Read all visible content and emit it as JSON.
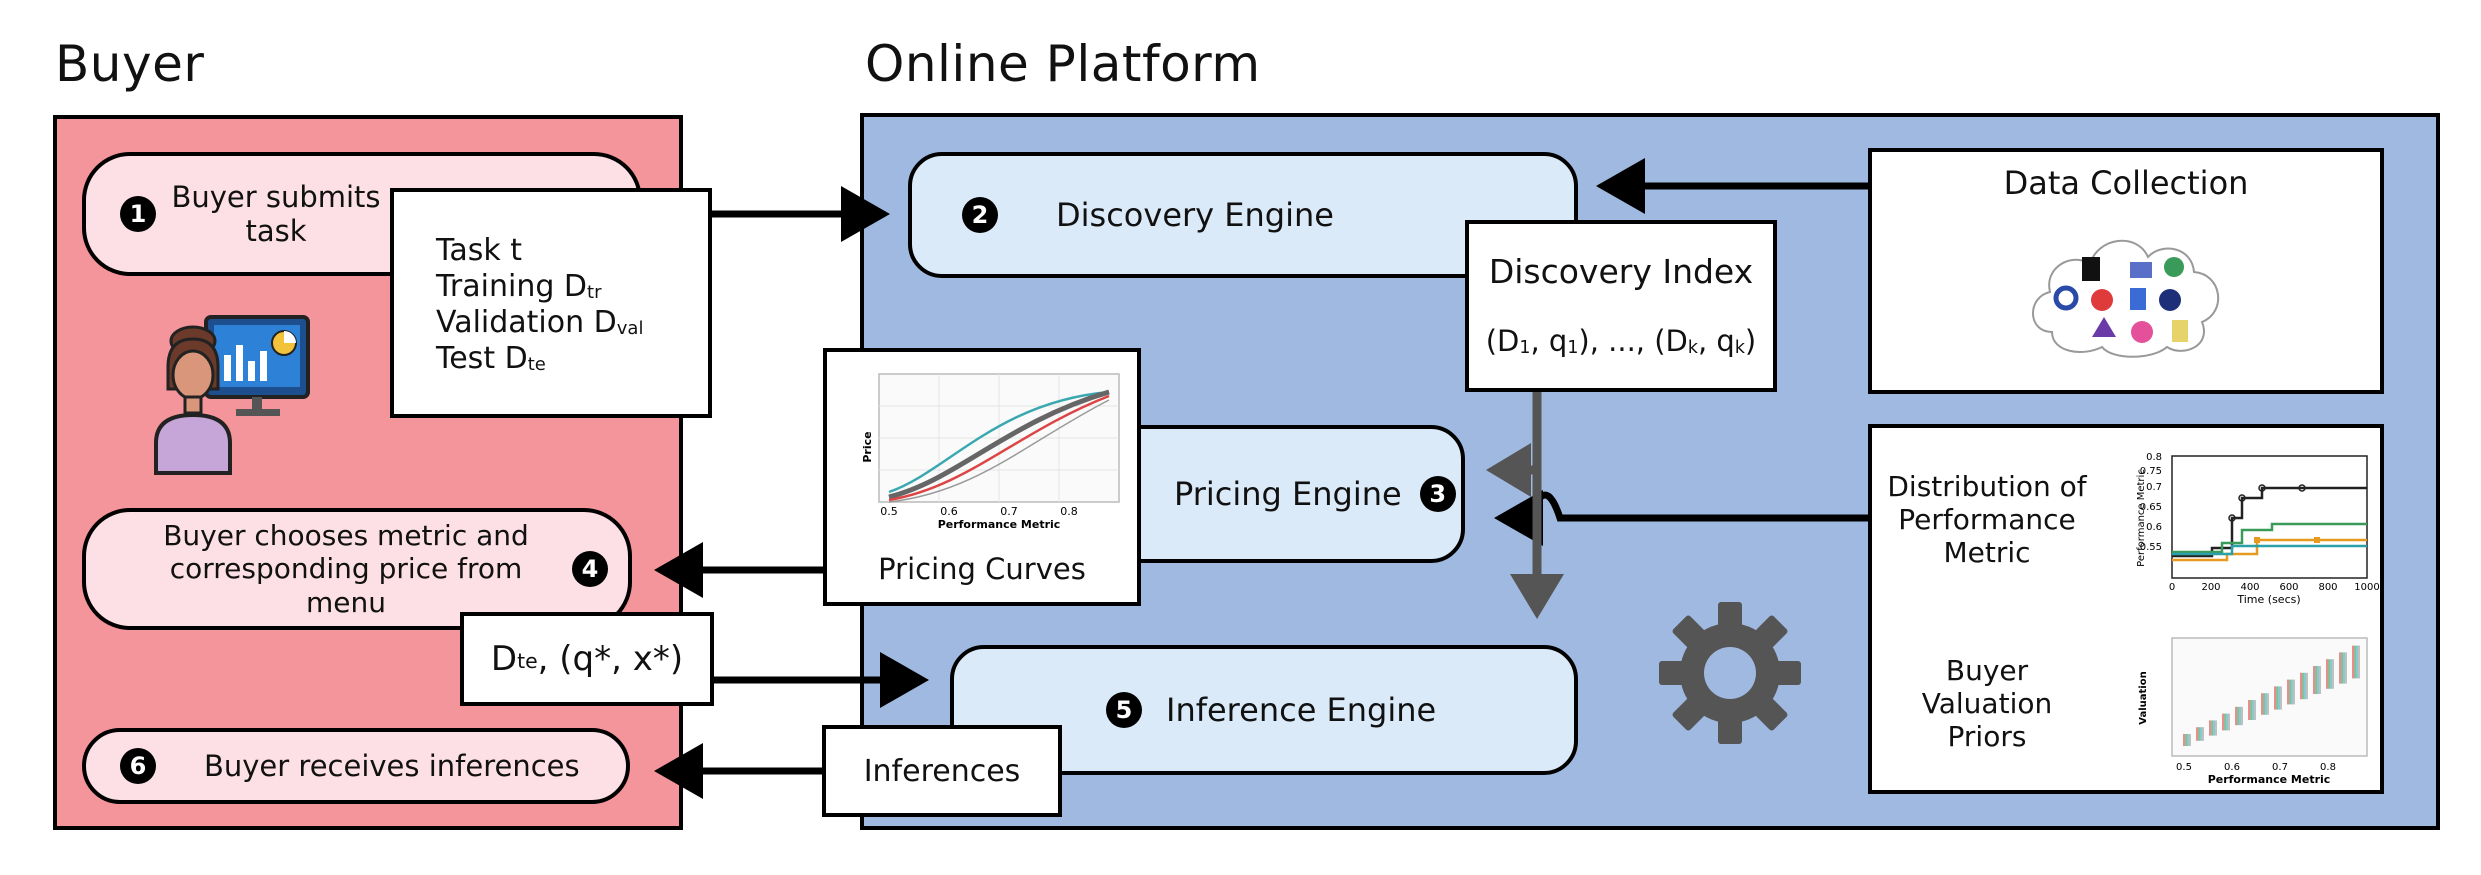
{
  "titles": {
    "buyer": "Buyer",
    "platform": "Online Platform"
  },
  "colors": {
    "buyer_panel": "#f4959c",
    "platform_panel": "#a0b9e0",
    "pill_fill": "#fce0e5",
    "engine_fill": "#dbeaf8",
    "arrow_gray": "#555555"
  },
  "steps": {
    "s1": {
      "num": "1",
      "text": "Buyer submits task"
    },
    "s2": {
      "num": "2",
      "text": "Discovery Engine"
    },
    "s3": {
      "num": "3",
      "text": "Pricing Engine"
    },
    "s4": {
      "num": "4",
      "text": "Buyer chooses metric and corresponding price from menu"
    },
    "s5": {
      "num": "5",
      "text": "Inference Engine"
    },
    "s6": {
      "num": "6",
      "text": "Buyer receives inferences"
    }
  },
  "task_box": {
    "l1": "Task t",
    "l2_main": "Training D",
    "l2_sub": "tr",
    "l3_main": "Validation D",
    "l3_sub": "val",
    "l4_main": "Test D",
    "l4_sub": "te"
  },
  "query_box": {
    "d": "D",
    "d_sub": "te",
    "rest": ", (q*, x*)"
  },
  "inferences_label": "Inferences",
  "pricing_curves": {
    "caption": "Pricing Curves",
    "ylabel": "Price",
    "xlabel": "Performance Metric",
    "xticks": [
      "0.5",
      "0.6",
      "0.7",
      "0.8"
    ]
  },
  "discovery_index": {
    "title": "Discovery Index",
    "t1": "(D",
    "s1": "1",
    "t2": ", q",
    "s2": "1",
    "t3": "), ..., (D",
    "s3": "k",
    "t4": ", q",
    "s4": "k",
    "t5": ")"
  },
  "data_collection": {
    "title": "Data Collection"
  },
  "distribution": {
    "caption": "Distribution of Performance Metric",
    "ylabel": "Performance Metric",
    "xlabel": "Time (secs)",
    "yticks": [
      "0.55",
      "0.6",
      "0.65",
      "0.7",
      "0.75",
      "0.8"
    ],
    "xticks": [
      "0",
      "200",
      "400",
      "600",
      "800",
      "1000"
    ]
  },
  "valuation": {
    "caption": "Buyer Valuation Priors",
    "ylabel": "Valuation",
    "xlabel": "Performance Metric",
    "xticks": [
      "0.5",
      "0.6",
      "0.7",
      "0.8"
    ]
  },
  "icons": [
    "person-at-monitor-icon",
    "data-cloud-icon",
    "gear-icon"
  ]
}
